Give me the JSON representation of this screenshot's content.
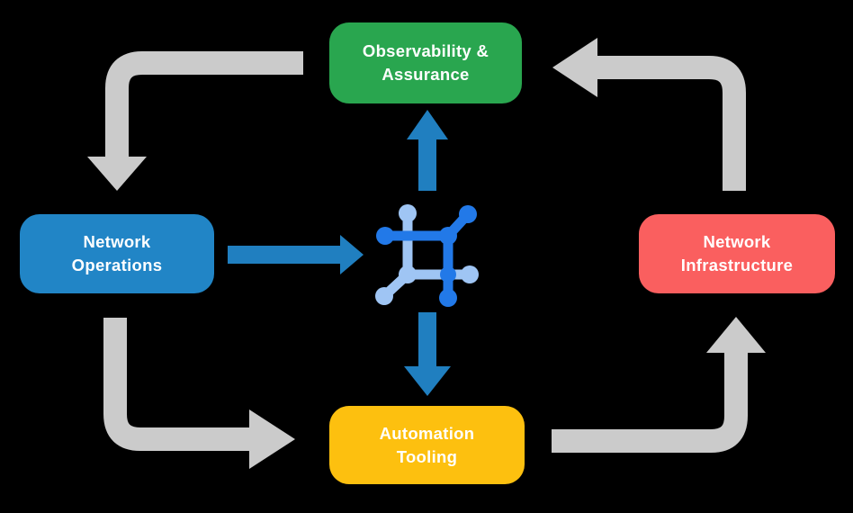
{
  "diagram": {
    "nodes": [
      {
        "id": "observability-assurance",
        "label": "Observability &\nAssurance",
        "color": "#29a64f"
      },
      {
        "id": "network-operations",
        "label": "Network\nOperations",
        "color": "#2185c6"
      },
      {
        "id": "network-infrastructure",
        "label": "Network\nInfrastructure",
        "color": "#fa5f5f"
      },
      {
        "id": "automation-tooling",
        "label": "Automation\nTooling",
        "color": "#fdc00f"
      }
    ],
    "center_icon": "network-platform-icon",
    "arrows": [
      {
        "from": "observability-assurance",
        "to": "network-operations",
        "style": "gray-elbow"
      },
      {
        "from": "network-operations",
        "to": "automation-tooling",
        "style": "gray-elbow"
      },
      {
        "from": "automation-tooling",
        "to": "network-infrastructure",
        "style": "gray-elbow"
      },
      {
        "from": "network-infrastructure",
        "to": "observability-assurance",
        "style": "gray-elbow"
      },
      {
        "from": "network-operations",
        "to": "network-platform-icon",
        "style": "blue-straight"
      },
      {
        "from": "network-platform-icon",
        "to": "observability-assurance",
        "style": "blue-straight"
      },
      {
        "from": "network-platform-icon",
        "to": "automation-tooling",
        "style": "blue-straight"
      }
    ]
  },
  "colors": {
    "background": "#000000",
    "green": "#29a64f",
    "blue": "#2185c6",
    "red": "#fa5f5f",
    "yellow": "#fdc00f",
    "gray_arrow": "#cbcbcb",
    "blue_arrow": "#207fc0",
    "icon_blue": "#2279e8",
    "icon_light_blue": "#9fc5f4",
    "text": "#ffffff"
  }
}
